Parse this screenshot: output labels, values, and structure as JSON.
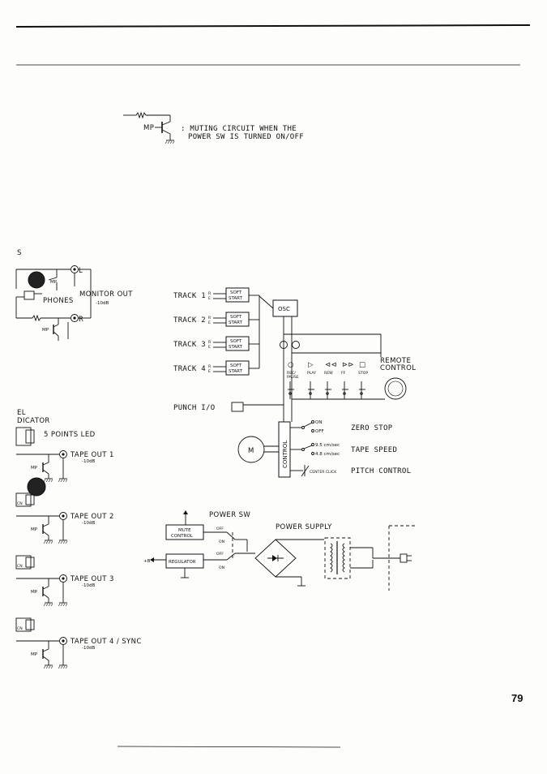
{
  "page_number": "79",
  "legend": {
    "mp_label": "MP",
    "muting_line1": ": MUTING CIRCUIT WHEN THE",
    "muting_line2": "POWER SW IS TURNED ON/OFF"
  },
  "left": {
    "section_fragment": "S",
    "monitor_out": "MONITOR OUT",
    "monitor_level": "-10dB",
    "phones": "PHONES",
    "l_label": "L",
    "r_label": "R",
    "mp_label": "MP",
    "level_indicator_line1": "EL",
    "level_indicator_line2": "DICATOR",
    "five_points_led": "5 POINTS LED",
    "tape_outs": [
      {
        "label": "TAPE OUT 1",
        "level": "-10dB"
      },
      {
        "label": "TAPE OUT 2",
        "level": "-10dB"
      },
      {
        "label": "TAPE OUT 3",
        "level": "-10dB"
      },
      {
        "label": "TAPE OUT 4 / SYNC",
        "level": "-10dB"
      }
    ],
    "connector_tag": "CN"
  },
  "transport": {
    "tracks": [
      {
        "label": "TRACK 1",
        "r": "R",
        "e": "E"
      },
      {
        "label": "TRACK 2",
        "r": "R",
        "e": "E"
      },
      {
        "label": "TRACK 3",
        "r": "R",
        "e": "E"
      },
      {
        "label": "TRACK 4",
        "r": "R",
        "e": "E"
      }
    ],
    "soft_start_line1": "SOFT",
    "soft_start_line2": "START",
    "osc": "OSC",
    "remote_line1": "REMOTE",
    "remote_line2": "CONTROL",
    "buttons": [
      {
        "symbol": "○",
        "label_line1": "REC/",
        "label_line2": "PAUSE"
      },
      {
        "symbol": "▷",
        "label_line1": "PLAY",
        "label_line2": ""
      },
      {
        "symbol": "⊲⊲",
        "label_line1": "REW",
        "label_line2": ""
      },
      {
        "symbol": "⊳⊳",
        "label_line1": "FF",
        "label_line2": ""
      },
      {
        "symbol": "□",
        "label_line1": "STOP",
        "label_line2": ""
      }
    ],
    "punch_io": "PUNCH I/O",
    "motor": "M",
    "control": "CONTROL",
    "zero_stop": "ZERO STOP",
    "zero_on": "ON",
    "zero_off": "OFF",
    "tape_speed": "TAPE SPEED",
    "speed_high": "9.5 cm/sec",
    "speed_low": "4.8 cm/sec",
    "pitch_control": "PITCH CONTROL",
    "center_click": "CENTER CLICK"
  },
  "power": {
    "power_sw": "POWER SW",
    "power_supply": "POWER SUPPLY",
    "mute_control_line1": "MUTE",
    "mute_control_line2": "CONTROL",
    "regulator": "REGULATOR",
    "plus_b": "+B",
    "off": "OFF",
    "on": "ON"
  }
}
